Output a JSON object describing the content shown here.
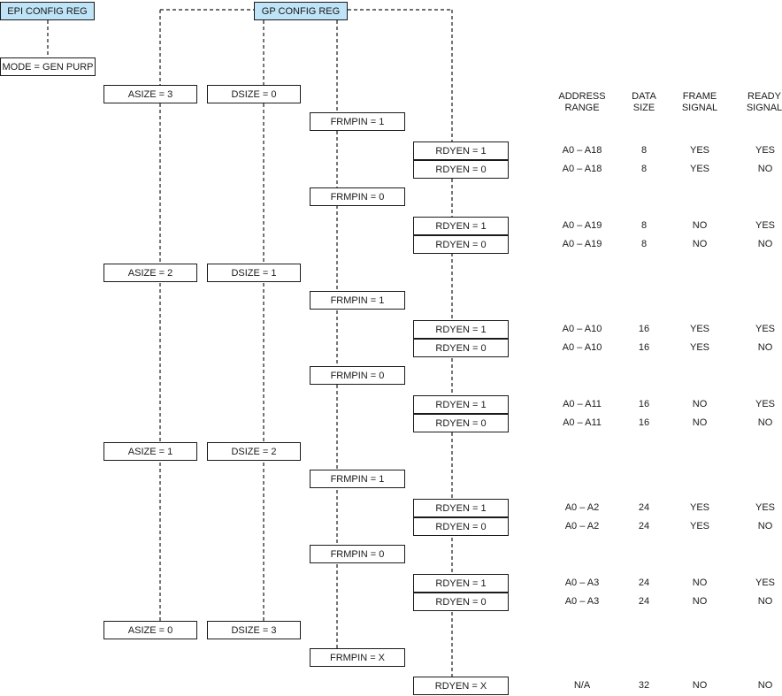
{
  "registers": {
    "epi_config": "EPI CONFIG REG",
    "gp_config": "GP CONFIG REG",
    "mode": "MODE = GEN PURP"
  },
  "groups": [
    {
      "asize": "ASIZE = 3",
      "dsize": "DSIZE = 0",
      "frames": [
        {
          "frmpin": "FRMPIN = 1",
          "rows": [
            {
              "rdyen": "RDYEN = 1",
              "address": "A0 – A18",
              "data": "8",
              "frame": "YES",
              "ready": "YES"
            },
            {
              "rdyen": "RDYEN = 0",
              "address": "A0 – A18",
              "data": "8",
              "frame": "YES",
              "ready": "NO"
            }
          ]
        },
        {
          "frmpin": "FRMPIN = 0",
          "rows": [
            {
              "rdyen": "RDYEN = 1",
              "address": "A0 – A19",
              "data": "8",
              "frame": "NO",
              "ready": "YES"
            },
            {
              "rdyen": "RDYEN = 0",
              "address": "A0 – A19",
              "data": "8",
              "frame": "NO",
              "ready": "NO"
            }
          ]
        }
      ]
    },
    {
      "asize": "ASIZE = 2",
      "dsize": "DSIZE = 1",
      "frames": [
        {
          "frmpin": "FRMPIN = 1",
          "rows": [
            {
              "rdyen": "RDYEN = 1",
              "address": "A0 – A10",
              "data": "16",
              "frame": "YES",
              "ready": "YES"
            },
            {
              "rdyen": "RDYEN = 0",
              "address": "A0 – A10",
              "data": "16",
              "frame": "YES",
              "ready": "NO"
            }
          ]
        },
        {
          "frmpin": "FRMPIN = 0",
          "rows": [
            {
              "rdyen": "RDYEN = 1",
              "address": "A0 – A11",
              "data": "16",
              "frame": "NO",
              "ready": "YES"
            },
            {
              "rdyen": "RDYEN = 0",
              "address": "A0 – A11",
              "data": "16",
              "frame": "NO",
              "ready": "NO"
            }
          ]
        }
      ]
    },
    {
      "asize": "ASIZE = 1",
      "dsize": "DSIZE = 2",
      "frames": [
        {
          "frmpin": "FRMPIN = 1",
          "rows": [
            {
              "rdyen": "RDYEN = 1",
              "address": "A0 – A2",
              "data": "24",
              "frame": "YES",
              "ready": "YES"
            },
            {
              "rdyen": "RDYEN = 0",
              "address": "A0 – A2",
              "data": "24",
              "frame": "YES",
              "ready": "NO"
            }
          ]
        },
        {
          "frmpin": "FRMPIN = 0",
          "rows": [
            {
              "rdyen": "RDYEN = 1",
              "address": "A0 – A3",
              "data": "24",
              "frame": "NO",
              "ready": "YES"
            },
            {
              "rdyen": "RDYEN = 0",
              "address": "A0 – A3",
              "data": "24",
              "frame": "NO",
              "ready": "NO"
            }
          ]
        }
      ]
    },
    {
      "asize": "ASIZE = 0",
      "dsize": "DSIZE = 3",
      "frames": [
        {
          "frmpin": "FRMPIN = X",
          "rows": [
            {
              "rdyen": "RDYEN = X",
              "address": "N/A",
              "data": "32",
              "frame": "NO",
              "ready": "NO"
            }
          ]
        }
      ]
    }
  ],
  "table_headers": {
    "address_1": "ADDRESS",
    "address_2": "RANGE",
    "data_1": "DATA",
    "data_2": "SIZE",
    "frame_1": "FRAME",
    "frame_2": "SIGNAL",
    "ready_1": "READY",
    "ready_2": "SIGNAL"
  },
  "colors": {
    "header_fill": "#bfe4f7",
    "border": "#1a1a1a"
  }
}
